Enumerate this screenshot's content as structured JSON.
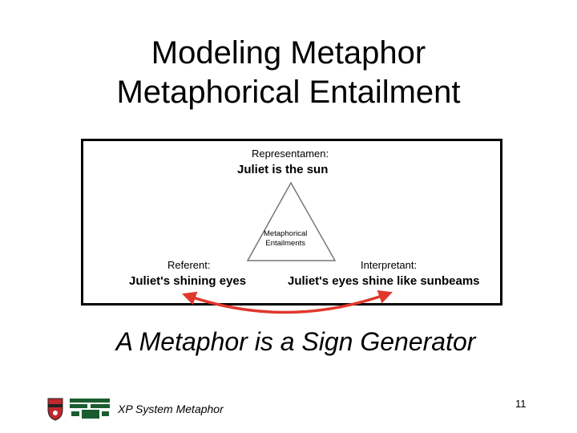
{
  "slide": {
    "title_line1": "Modeling Metaphor",
    "title_line2": "Metaphorical Entailment",
    "subtitle": "A Metaphor is a Sign Generator",
    "footer_text": "XP System Metaphor",
    "page_number": "11"
  },
  "diagram": {
    "top_heading": "Representamen:",
    "top_value": "Juliet is the sun",
    "center_line1": "Metaphorical",
    "center_line2": "Entailments",
    "left_heading": "Referent:",
    "left_value": "Juliet's shining eyes",
    "right_heading": "Interpretant:",
    "right_value": "Juliet's eyes shine like sunbeams"
  },
  "colors": {
    "arrow": "#e0382c",
    "logo_red": "#c0272d",
    "logo_green": "#1a5c2e"
  },
  "icons": [
    "university-crest-icon",
    "university-wordmark-icon",
    "double-headed-arrow-icon"
  ]
}
